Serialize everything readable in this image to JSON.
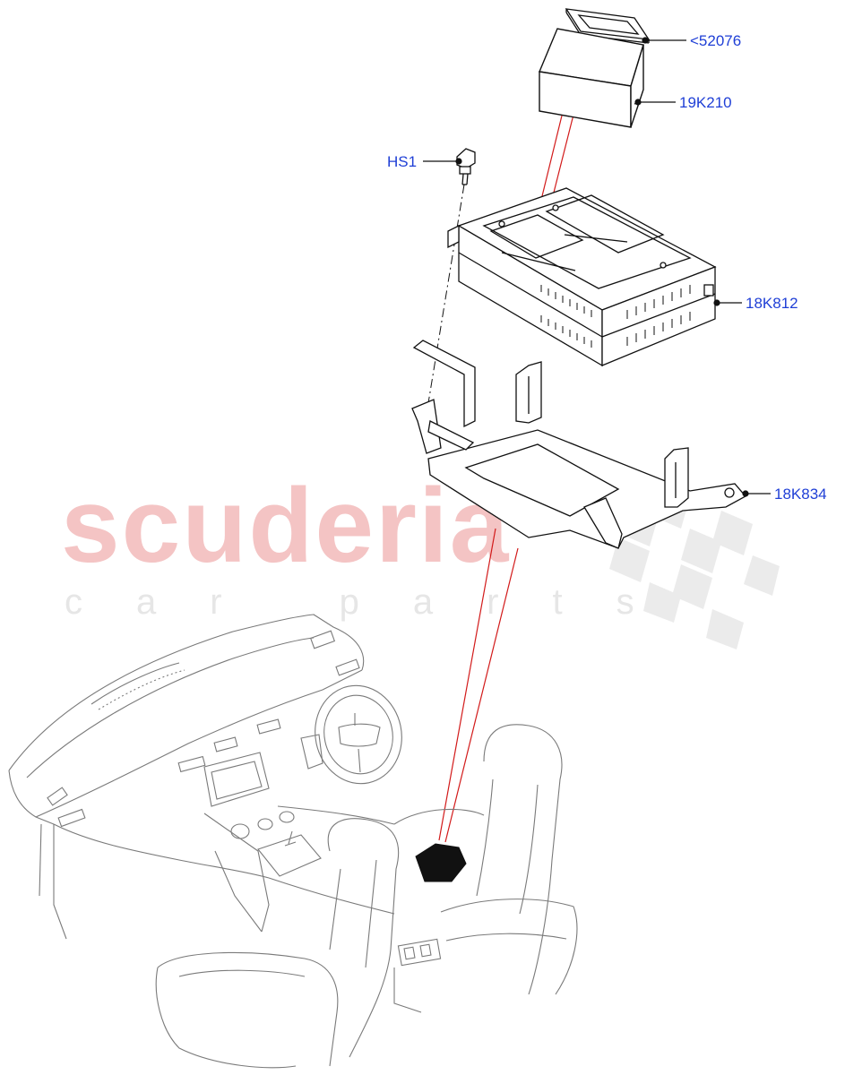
{
  "watermark": {
    "brand": "scuderia",
    "tagline": "car parts"
  },
  "callouts": [
    {
      "id": "c52076",
      "label": "<52076"
    },
    {
      "id": "c19k210",
      "label": "19K210"
    },
    {
      "id": "chs1",
      "label": "HS1"
    },
    {
      "id": "c18k812",
      "label": "18K812"
    },
    {
      "id": "c18k834",
      "label": "18K834"
    }
  ],
  "colors": {
    "callout_text": "#1f3fd6",
    "line_art": "#111111",
    "leader_red": "#d21a1a",
    "interior_sketch": "#7a7a7a",
    "watermark_red": "#f4c4c4",
    "watermark_grey": "#e6e6e6"
  }
}
